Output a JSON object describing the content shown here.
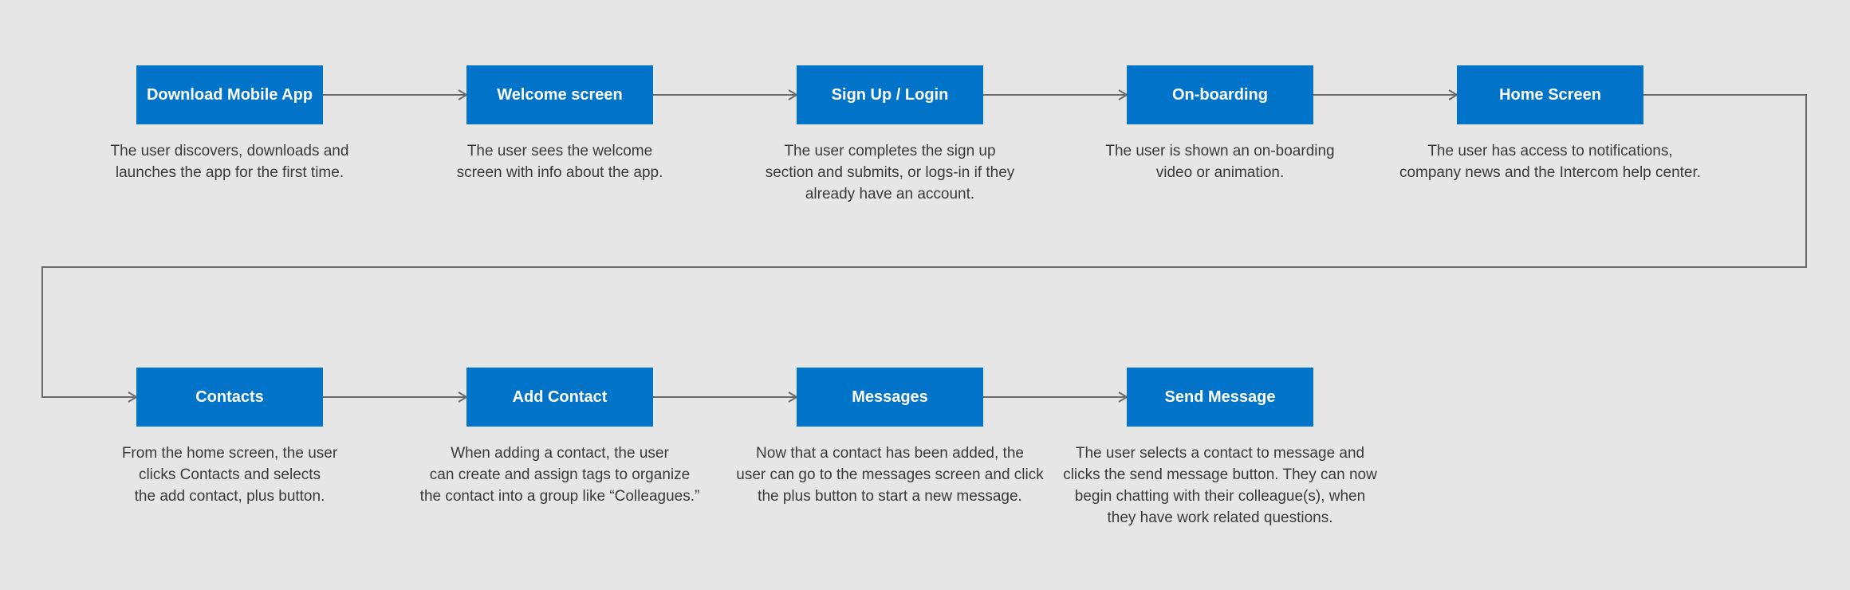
{
  "diagram": {
    "colors": {
      "background": "#e6e6e6",
      "box": "#0174ca",
      "box_text": "#ffffff",
      "description_text": "#3a3a3a",
      "connector": "#6b6b6b"
    },
    "steps": [
      {
        "label": "Download Mobile App",
        "description": "The user discovers, downloads and\nlaunches the app for the first time."
      },
      {
        "label": "Welcome screen",
        "description": "The user sees the welcome\nscreen with info about the app."
      },
      {
        "label": "Sign Up / Login",
        "description": "The user completes the sign up\nsection and submits, or logs-in if they\nalready have an account."
      },
      {
        "label": "On-boarding",
        "description": "The user is shown an on-boarding\nvideo or animation."
      },
      {
        "label": "Home Screen",
        "description": "The user has access to notifications,\ncompany news and the Intercom help center."
      },
      {
        "label": "Contacts",
        "description": "From the home screen, the user\nclicks Contacts and selects\nthe add contact, plus button."
      },
      {
        "label": "Add Contact",
        "description": "When adding a contact, the user\ncan create and assign tags to organize\nthe contact into a group like “Colleagues.”"
      },
      {
        "label": "Messages",
        "description": "Now that a contact has been added, the\nuser can go to the messages screen and click\nthe plus button to start a new message."
      },
      {
        "label": "Send Message",
        "description": "The user selects a contact to message and\nclicks the send message button. They can now\nbegin chatting with their colleague(s), when\nthey have work related questions."
      }
    ]
  }
}
